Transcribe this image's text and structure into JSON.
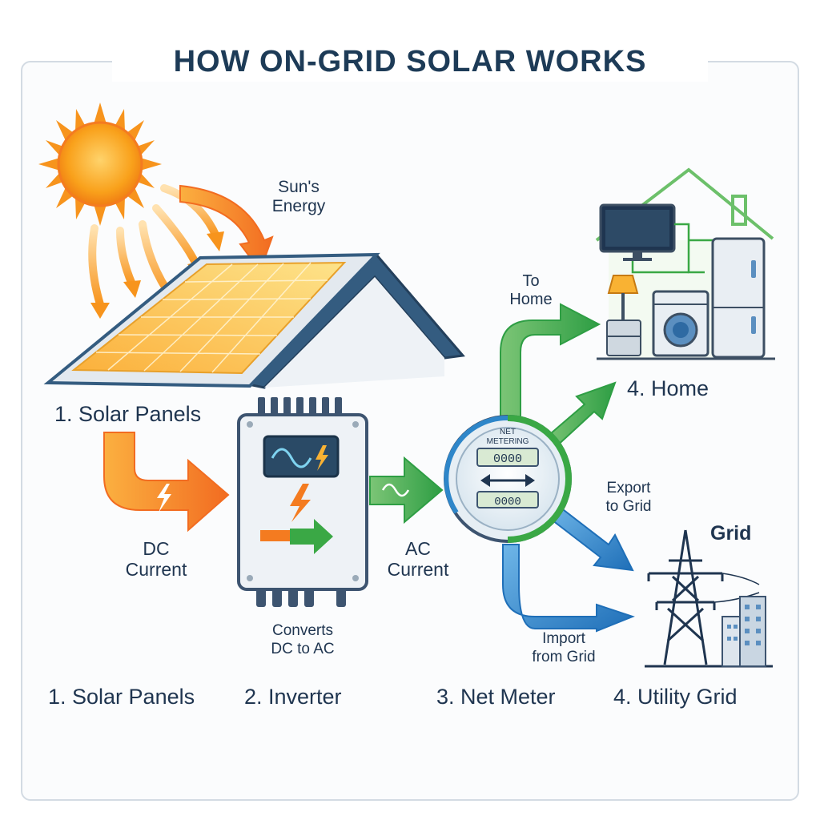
{
  "title": "HOW ON-GRID SOLAR WORKS",
  "labels": {
    "suns_energy": "Sun's\nEnergy",
    "solar_panels": "1. Solar Panels",
    "dc_current": "DC\nCurrent",
    "ac_current": "AC\nCurrent",
    "converts": "Converts\nDC to AC",
    "to_home": "To\nHome",
    "home": "4. Home",
    "export": "Export\nto Grid",
    "import": "Import\nfrom Grid",
    "grid": "Grid",
    "meter_top": "NET\nMETERING",
    "meter_reading_top": "0000",
    "meter_reading_bottom": "0000"
  },
  "steps": [
    "1. Solar Panels",
    "2. Inverter",
    "3. Net Meter",
    "4. Utility Grid"
  ],
  "colors": {
    "title": "#1d3b57",
    "text": "#1f3550",
    "sun": "#f7941d",
    "dc_arrow": "#f47b20",
    "ac_arrow": "#3aa845",
    "export_arrow": "#2e86c9",
    "roof": "#345c80"
  },
  "icons": [
    "sun-icon",
    "solar-panel-icon",
    "inverter-icon",
    "net-meter-icon",
    "house-icon",
    "tv-icon",
    "lamp-icon",
    "washing-machine-icon",
    "refrigerator-icon",
    "transmission-tower-icon",
    "building-icon",
    "lightning-icon",
    "sine-wave-icon"
  ]
}
